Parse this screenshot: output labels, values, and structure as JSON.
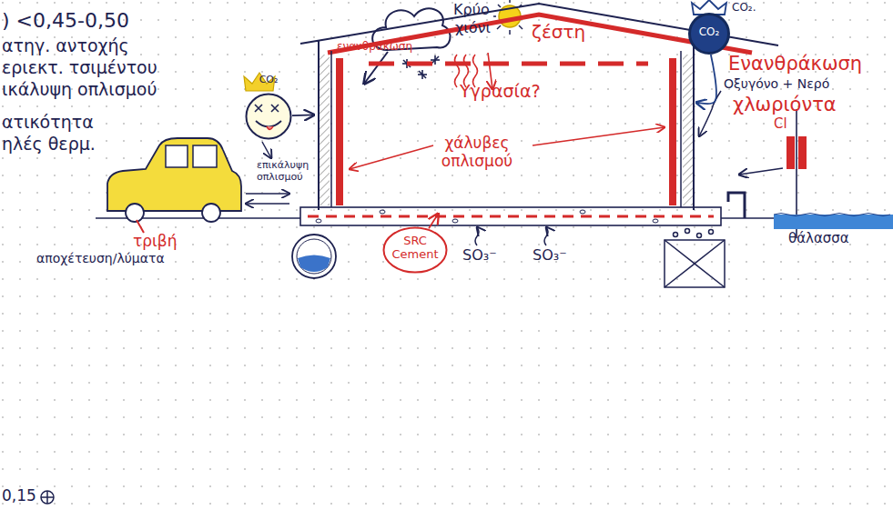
{
  "diagram": {
    "nodes": [
      {
        "text": [
          "Υγρασία?",
          "χάλυβες οπλισμού"
        ]
      },
      {
        "text": [
          "CO₂.",
          "CO₂"
        ]
      },
      {
        "text": [
          "CO₂"
        ]
      },
      {
        "text": [
          "SRC Cement"
        ]
      }
    ],
    "edges": [
      {
        "from": 1,
        "to": 0,
        "arrow": "to"
      },
      {
        "from": 2,
        "to": 0,
        "arrow": "to"
      },
      {
        "from": 3,
        "to": 0,
        "arrow": "to"
      }
    ],
    "labels": [
      ") <0,45-0,50",
      "ατηγ. αντοχής",
      "εριεκτ. τσιμέντου",
      "ικάλυψη οπλισμού",
      "ατικότητα",
      "ηλές θερμ.",
      "Κρύο",
      "χιόνι",
      "ζέστη",
      "ενανθράκωση",
      "Ενανθράκωση",
      "Οξυγόνο + Νερό",
      "χλωριόντα",
      "Cl",
      "επικάλυψη οπλισμού",
      "τριβή",
      "αποχέτευση/λύματα",
      "SO₃⁻",
      "SO₃⁻",
      "θάλασσα",
      "0,15"
    ]
  }
}
